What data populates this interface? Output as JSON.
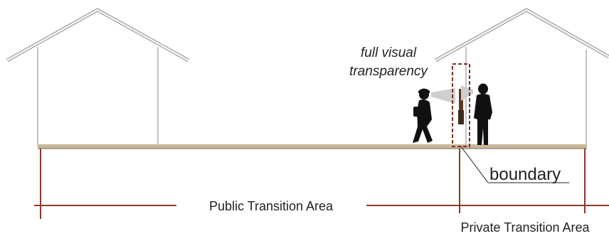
{
  "diagram": {
    "annotation": {
      "line1": "full visual",
      "line2": "transparency"
    },
    "boundary_label": "boundary",
    "public_area_label": "Public Transition Area",
    "private_area_label": "Private Transition Area"
  },
  "colors": {
    "dimension_line": "#8b3a2a",
    "ground": "#c9b89a",
    "ground_edge": "#7a6a55",
    "roof": "#a8a8a8",
    "wall": "#b0b0b0",
    "figure": "#111111",
    "sight_cone": "#cfcfcf",
    "boundary_box": "#7a2e1f",
    "fence_post": "#5a3a1e"
  },
  "icons": [
    "house-left",
    "house-right",
    "walking-person",
    "standing-person",
    "sight-line-cone"
  ]
}
